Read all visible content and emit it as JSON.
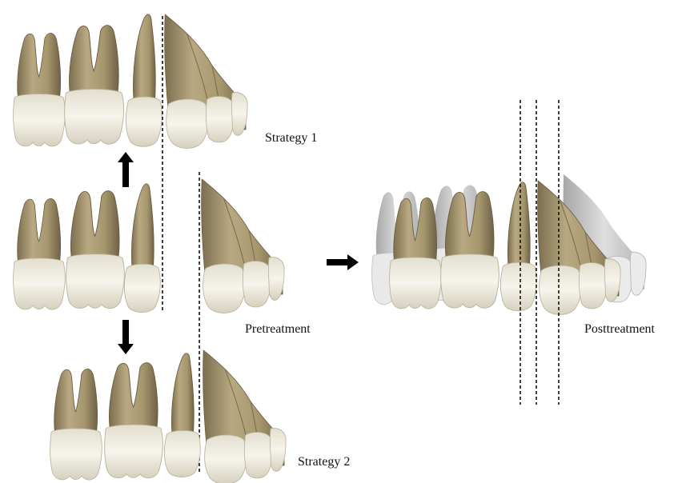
{
  "labels": {
    "strategy_1": "Strategy 1",
    "pretreatment": "Pretreatment",
    "posttreatment": "Posttreatment",
    "strategy_2": "Strategy 2"
  },
  "colors": {
    "root": "#b3a47c",
    "root_shadow": "#7d6f4f",
    "crown": "#f2efe4",
    "crown_shadow": "#cfc9b6",
    "ghost": "#c4c4c4",
    "ghost_dark": "#8a8a8a",
    "line": "#111111",
    "arrow": "#000000"
  }
}
